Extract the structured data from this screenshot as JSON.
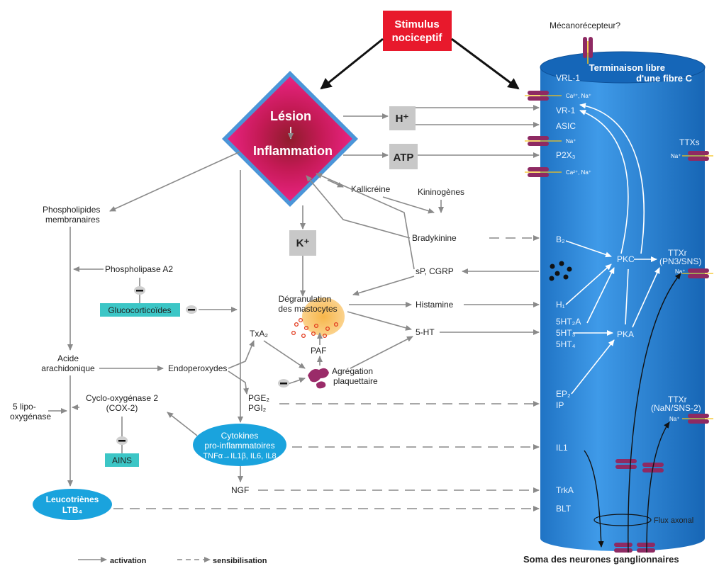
{
  "stimulus": {
    "line1": "Stimulus",
    "line2": "nociceptif"
  },
  "lesion": {
    "line1": "Lésion",
    "line2": "Inflammation"
  },
  "mecano": "Mécanorécepteur?",
  "fiber": {
    "line1": "Terminaison libre",
    "line2": "d'une fibre C"
  },
  "boxes": {
    "hplus": "H⁺",
    "atp": "ATP",
    "kplus": "K⁺"
  },
  "left": {
    "phospho1": "Phospholipides",
    "phospho2": "membranaires",
    "pla2": "Phospholipase A2",
    "gluco": "Glucocorticoïdes",
    "acide1": "Acide",
    "acide2": "arachidonique",
    "lipo1": "5 lipo-",
    "lipo2": "oxygénase",
    "cox1": "Cyclo-oxygénase 2",
    "cox2": "(COX-2)",
    "ains": "AINS",
    "leuco1": "Leucotriènes",
    "leuco2": "LTB₄"
  },
  "middle": {
    "kallicreine": "Kallicréine",
    "kininogenes": "Kininogènes",
    "bradykinine": "Bradykinine",
    "spcgrp": "sP, CGRP",
    "degran1": "Dégranulation",
    "degran2": "des mastocytes",
    "histamine": "Histamine",
    "ht5": "5-HT",
    "txa2": "TxA₂",
    "endoperoxydes": "Endoperoxydes",
    "paf": "PAF",
    "agreg1": "Agrégation",
    "agreg2": "plaquettaire",
    "pge2": "PGE₂",
    "pgi2": "PGI₂",
    "cyto1": "Cytokines",
    "cyto2": "pro-inflammatoires",
    "cyto3": "TNFα→IL1β, IL6, IL8",
    "ngf": "NGF"
  },
  "receptors": {
    "vrl1": "VRL-1",
    "ca_na1": "Ca²⁺, Na⁺",
    "vr1": "VR-1",
    "asic": "ASIC",
    "na1": "Na⁺",
    "p2x3": "P2X₃",
    "ca_na2": "Ca²⁺, Na⁺",
    "b2": "B₂",
    "h1": "H₁",
    "ht2a": "5HT₂A",
    "ht3": "5HT₃",
    "ht4": "5HT₄",
    "ep2": "EP₂",
    "ip": "IP",
    "il1": "IL1",
    "trka": "TrkA",
    "blt": "BLT",
    "pkc": "PKC",
    "pka": "PKA",
    "ttxr1a": "TTXr",
    "ttxr1b": "(PN3/SNS)",
    "na_ttxr1": "Na⁺",
    "ttxr2a": "TTXr",
    "ttxr2b": "(NaN/SNS-2)",
    "na_ttxr2": "Na⁺",
    "ttxs": "TTXs",
    "na_ttxs": "Na⁺",
    "flux": "Flux axonal"
  },
  "soma": "Soma des neurones ganglionnaires",
  "legend": {
    "activation": "activation",
    "sensibilisation": "sensibilisation"
  },
  "colors": {
    "fiber": "#1c7fd6",
    "lesion": "#e8197a",
    "stimulus": "#e8192c",
    "teal": "#3cc6c6",
    "cyan": "#1aa3dd",
    "channel": "#8e2a63"
  }
}
